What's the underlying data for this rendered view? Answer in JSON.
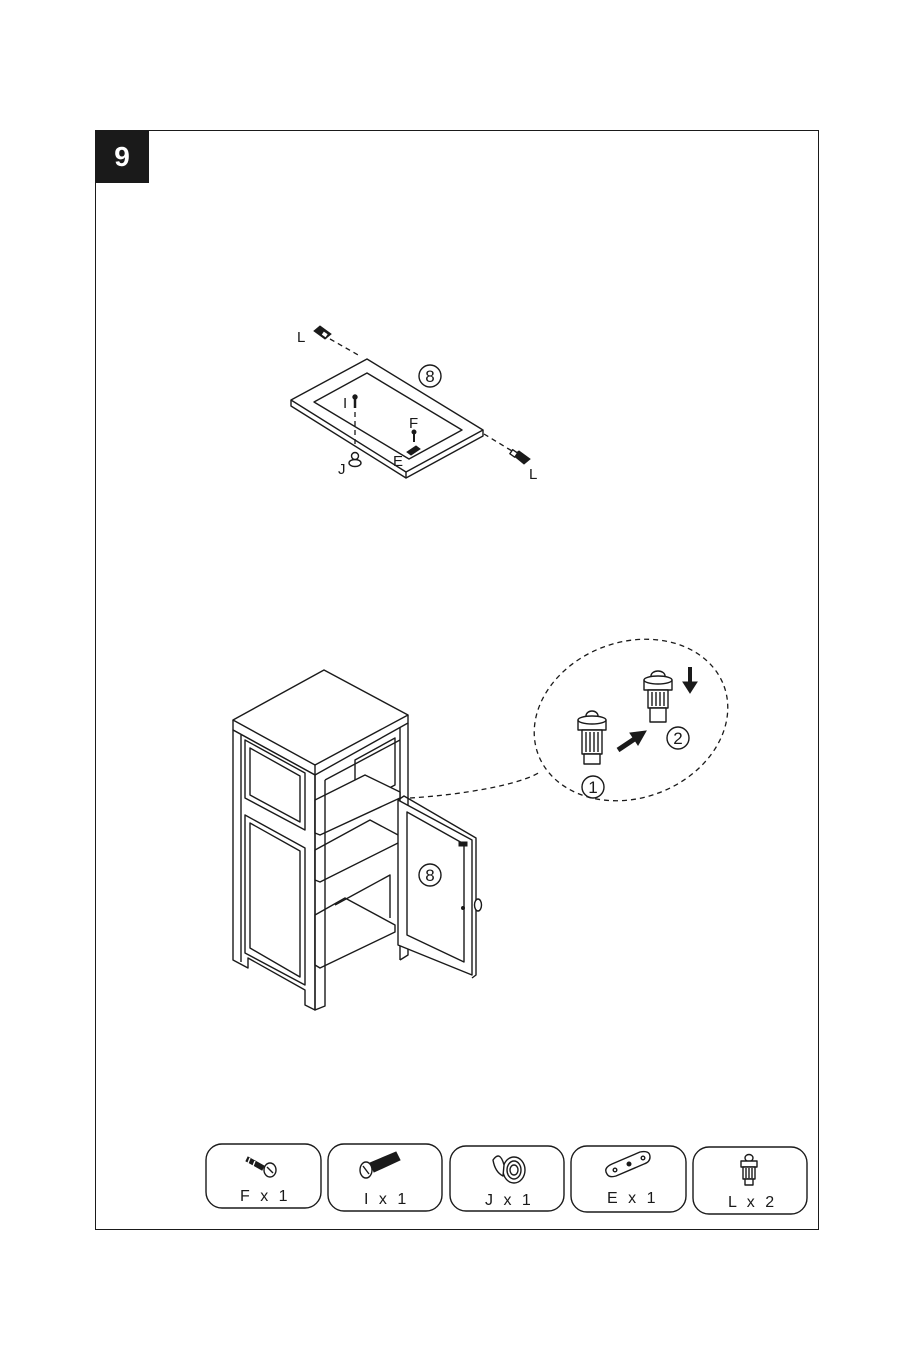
{
  "step": {
    "number": "9"
  },
  "door_diagram": {
    "part_ref": "8",
    "labels": {
      "hinge_top": "L",
      "hinge_bottom": "L",
      "screw_i": "I",
      "screw_f": "F",
      "plate_e": "E",
      "knob_j": "J"
    }
  },
  "cabinet_diagram": {
    "part_ref": "8",
    "detail_steps": [
      "1",
      "2"
    ]
  },
  "parts": [
    {
      "name": "F x 1",
      "icon": "screw-f-icon"
    },
    {
      "name": "I  x 1",
      "icon": "bolt-i-icon"
    },
    {
      "name": "J x 1",
      "icon": "knob-j-icon"
    },
    {
      "name": "E x 1",
      "icon": "plate-e-icon"
    },
    {
      "name": "L x 2",
      "icon": "hinge-pin-l-icon"
    }
  ]
}
